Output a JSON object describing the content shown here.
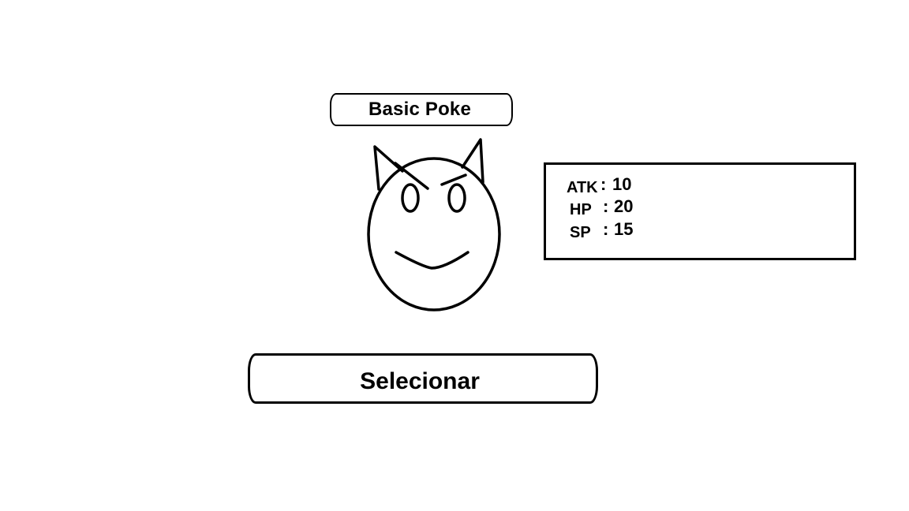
{
  "poke": {
    "name": "Basic Poke",
    "sprite_icon": "horned-smiley-creature-icon"
  },
  "stats": [
    {
      "label": "ATK",
      "separator": ":",
      "value": "10"
    },
    {
      "label": "HP",
      "separator": ":",
      "value": "20"
    },
    {
      "label": "SP",
      "separator": ":",
      "value": "15"
    }
  ],
  "actions": {
    "select_label": "Selecionar"
  },
  "colors": {
    "background": "#ffffff",
    "ink": "#000000"
  }
}
